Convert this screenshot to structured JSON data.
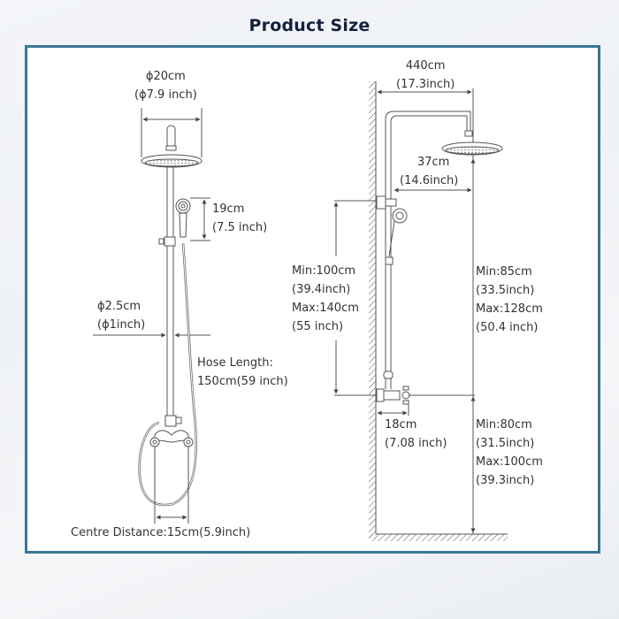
{
  "title": "Product Size",
  "colors": {
    "frame_border": "#3a7595",
    "title_text": "#14213d",
    "line": "#555555",
    "text": "#333333"
  },
  "front_view": {
    "shower_head_diameter": {
      "line1": "ϕ20cm",
      "line2": "(ϕ7.9 inch)"
    },
    "hand_shower_height": {
      "line1": "19cm",
      "line2": "(7.5 inch)"
    },
    "pipe_diameter": {
      "line1": "ϕ2.5cm",
      "line2": "(ϕ1inch)"
    },
    "hose_length": {
      "line1": "Hose Length:",
      "line2": "150cm(59 inch)"
    },
    "centre_distance": "Centre Distance:15cm(5.9inch)"
  },
  "side_view": {
    "arm_reach": {
      "line1": "440cm",
      "line2": "(17.3inch)"
    },
    "head_offset": {
      "line1": "37cm",
      "line2": "(14.6inch)"
    },
    "riser_height": {
      "line1": "Min:100cm",
      "line2": "(39.4inch)",
      "line3": "Max:140cm",
      "line4": "(55 inch)"
    },
    "head_above_valve": {
      "line1": "Min:85cm",
      "line2": "(33.5inch)",
      "line3": "Max:128cm",
      "line4": "(50.4 inch)"
    },
    "valve_depth": {
      "line1": "18cm",
      "line2": "(7.08 inch)"
    },
    "valve_height": {
      "line1": "Min:80cm",
      "line2": "(31.5inch)",
      "line3": "Max:100cm",
      "line4": "(39.3inch)"
    }
  }
}
